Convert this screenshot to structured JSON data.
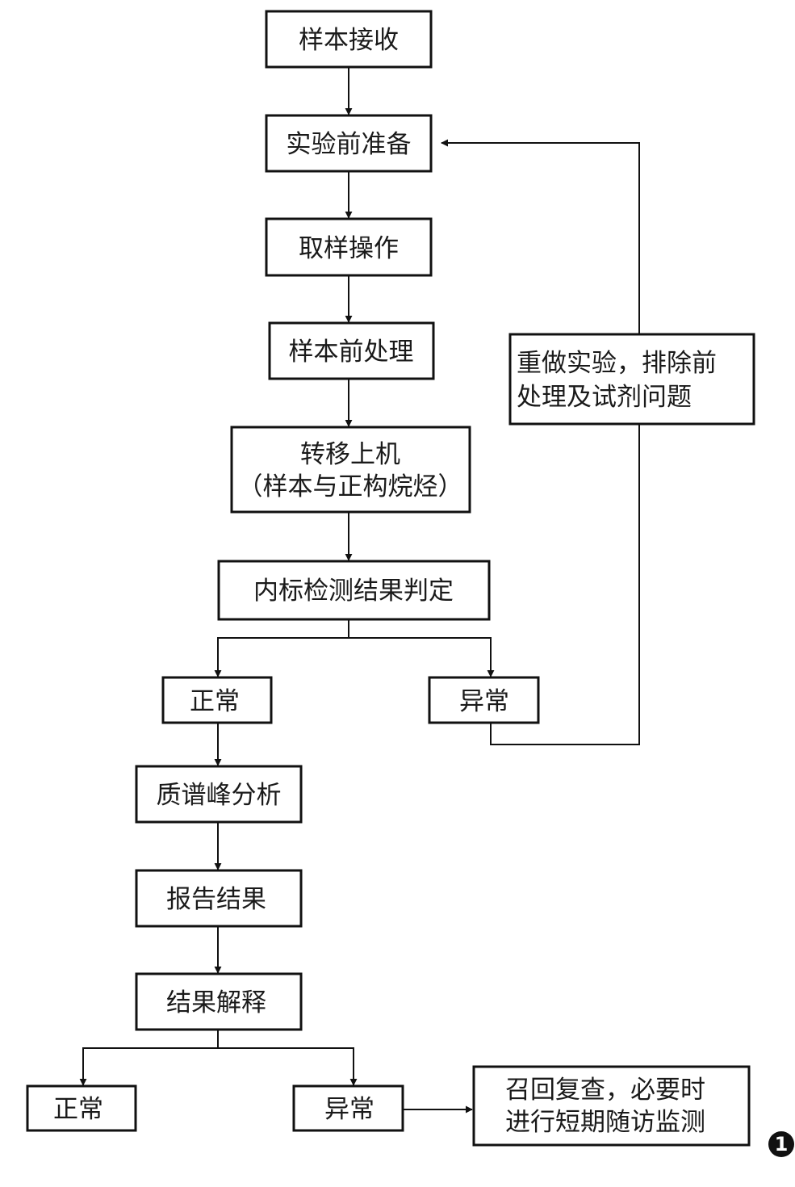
{
  "nodes": {
    "sample_receipt": "样本接收",
    "pre_experiment": "实验前准备",
    "sampling": "取样操作",
    "pretreatment": "样本前处理",
    "transfer_line1": "转移上机",
    "transfer_line2": "（样本与正构烷烃）",
    "internal_standard": "内标检测结果判定",
    "is_normal": "正常",
    "is_abnormal": "异常",
    "redo_line1": "重做实验，排除前",
    "redo_line2": "处理及试剂问题",
    "ms_analysis": "质谱峰分析",
    "report": "报告结果",
    "interpretation": "结果解释",
    "final_normal": "正常",
    "final_abnormal": "异常",
    "recall_line1": "召回复查，必要时",
    "recall_line2": "进行短期随访监测"
  },
  "badge": "1"
}
